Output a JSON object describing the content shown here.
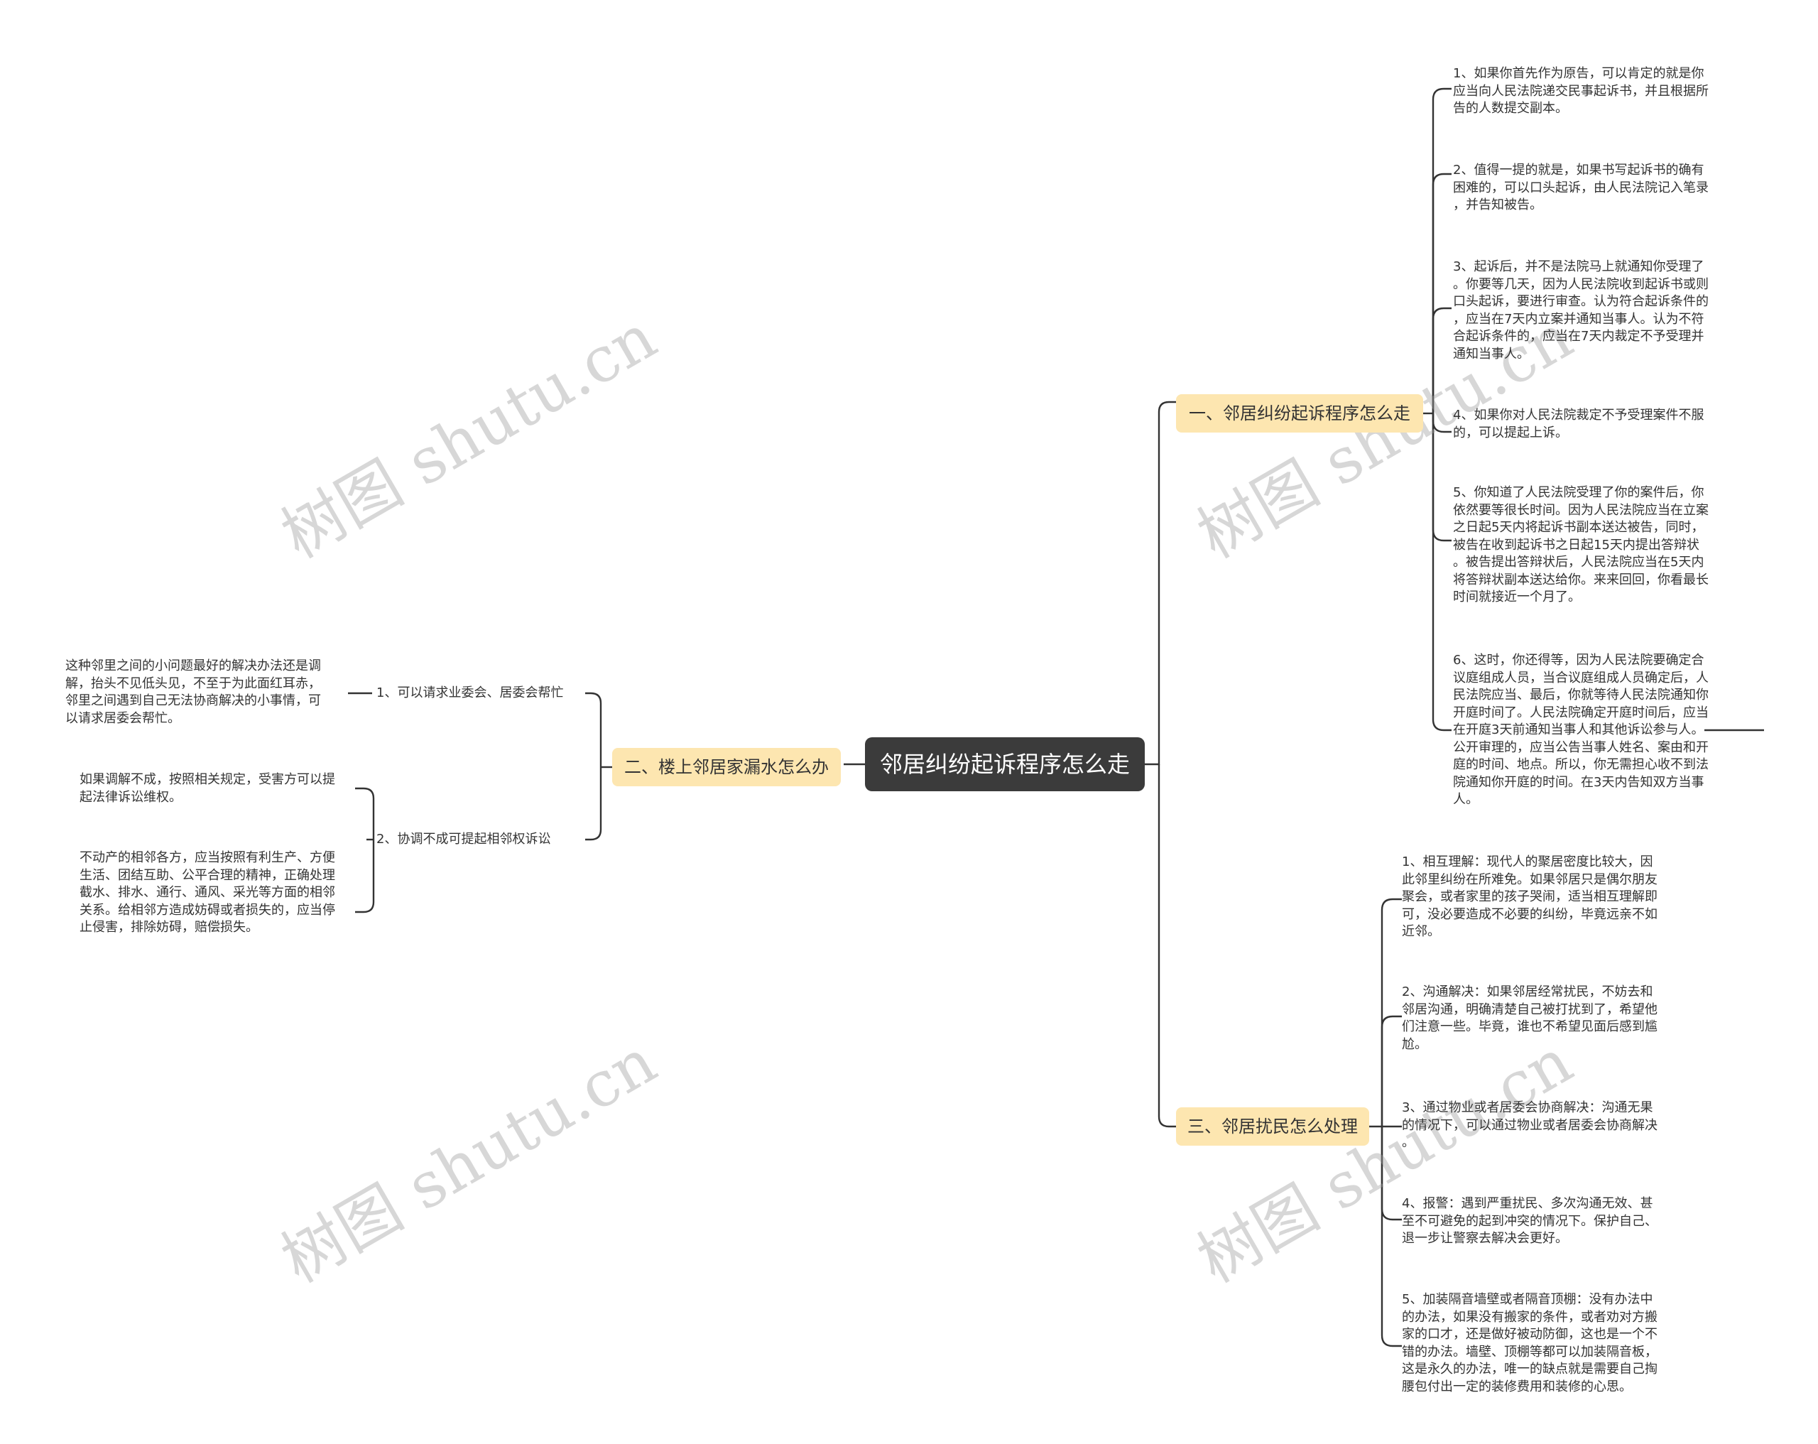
{
  "root": {
    "label": "邻居纠纷起诉程序怎么走"
  },
  "branches": [
    {
      "label": "一、邻居纠纷起诉程序怎么走",
      "leaves": [
        "1、如果你首先作为原告，可以肯定的就是你\n应当向人民法院递交民事起诉书，并且根据所\n告的人数提交副本。",
        "2、值得一提的就是，如果书写起诉书的确有\n困难的，可以口头起诉，由人民法院记入笔录\n，并告知被告。",
        "3、起诉后，并不是法院马上就通知你受理了\n。你要等几天，因为人民法院收到起诉书或则\n口头起诉，要进行审查。认为符合起诉条件的\n，应当在7天内立案并通知当事人。认为不符\n合起诉条件的，应当在7天内裁定不予受理并\n通知当事人。",
        "4、如果你对人民法院裁定不予受理案件不服\n的，可以提起上诉。",
        "5、你知道了人民法院受理了你的案件后，你\n依然要等很长时间。因为人民法院应当在立案\n之日起5天内将起诉书副本送达被告，同时，\n被告在收到起诉书之日起15天内提出答辩状\n。被告提出答辩状后，人民法院应当在5天内\n将答辩状副本送达给你。来来回回，你看最长\n时间就接近一个月了。",
        "6、这时，你还得等，因为人民法院要确定合\n议庭组成人员，当合议庭组成人员确定后，人\n民法院应当、最后，你就等待人民法院通知你\n开庭时间了。人民法院确定开庭时间后，应当\n在开庭3天前通知当事人和其他诉讼参与人。\n公开审理的，应当公告当事人姓名、案由和开\n庭的时间、地点。所以，你无需担心收不到法\n院通知你开庭的时间。在3天内告知双方当事\n人。"
      ]
    },
    {
      "label": "二、楼上邻居家漏水怎么办",
      "subs": [
        {
          "label": "1、可以请求业委会、居委会帮忙",
          "leaves": [
            "这种邻里之间的小问题最好的解决办法还是调\n解，抬头不见低头见，不至于为此面红耳赤，\n邻里之间遇到自己无法协商解决的小事情，可\n以请求居委会帮忙。"
          ]
        },
        {
          "label": "2、协调不成可提起相邻权诉讼",
          "leaves": [
            "如果调解不成，按照相关规定，受害方可以提\n起法律诉讼维权。",
            "不动产的相邻各方，应当按照有利生产、方便\n生活、团结互助、公平合理的精神，正确处理\n截水、排水、通行、通风、采光等方面的相邻\n关系。给相邻方造成妨碍或者损失的，应当停\n止侵害，排除妨碍，赔偿损失。"
          ]
        }
      ]
    },
    {
      "label": "三、邻居扰民怎么处理",
      "leaves": [
        "1、相互理解：现代人的聚居密度比较大，因\n此邻里纠纷在所难免。如果邻居只是偶尔朋友\n聚会，或者家里的孩子哭闹，适当相互理解即\n可，没必要造成不必要的纠纷，毕竟远亲不如\n近邻。",
        "2、沟通解决：如果邻居经常扰民，不妨去和\n邻居沟通，明确清楚自己被打扰到了，希望他\n们注意一些。毕竟，谁也不希望见面后感到尴\n尬。",
        "3、通过物业或者居委会协商解决：沟通无果\n的情况下，可以通过物业或者居委会协商解决\n。",
        "4、报警：遇到严重扰民、多次沟通无效、甚\n至不可避免的起到冲突的情况下。保护自己、\n退一步让警察去解决会更好。",
        "5、加装隔音墙壁或者隔音顶棚：没有办法中\n的办法，如果没有搬家的条件，或者劝对方搬\n家的口才，还是做好被动防御，这也是一个不\n错的办法。墙壁、顶棚等都可以加装隔音板，\n这是永久的办法，唯一的缺点就是需要自己掏\n腰包付出一定的装修费用和装修的心思。"
      ]
    }
  ],
  "watermark": "树图 shutu.cn",
  "colors": {
    "root_bg": "#3b3b3b",
    "branch_bg": "#fde6b0",
    "line": "#333333"
  }
}
